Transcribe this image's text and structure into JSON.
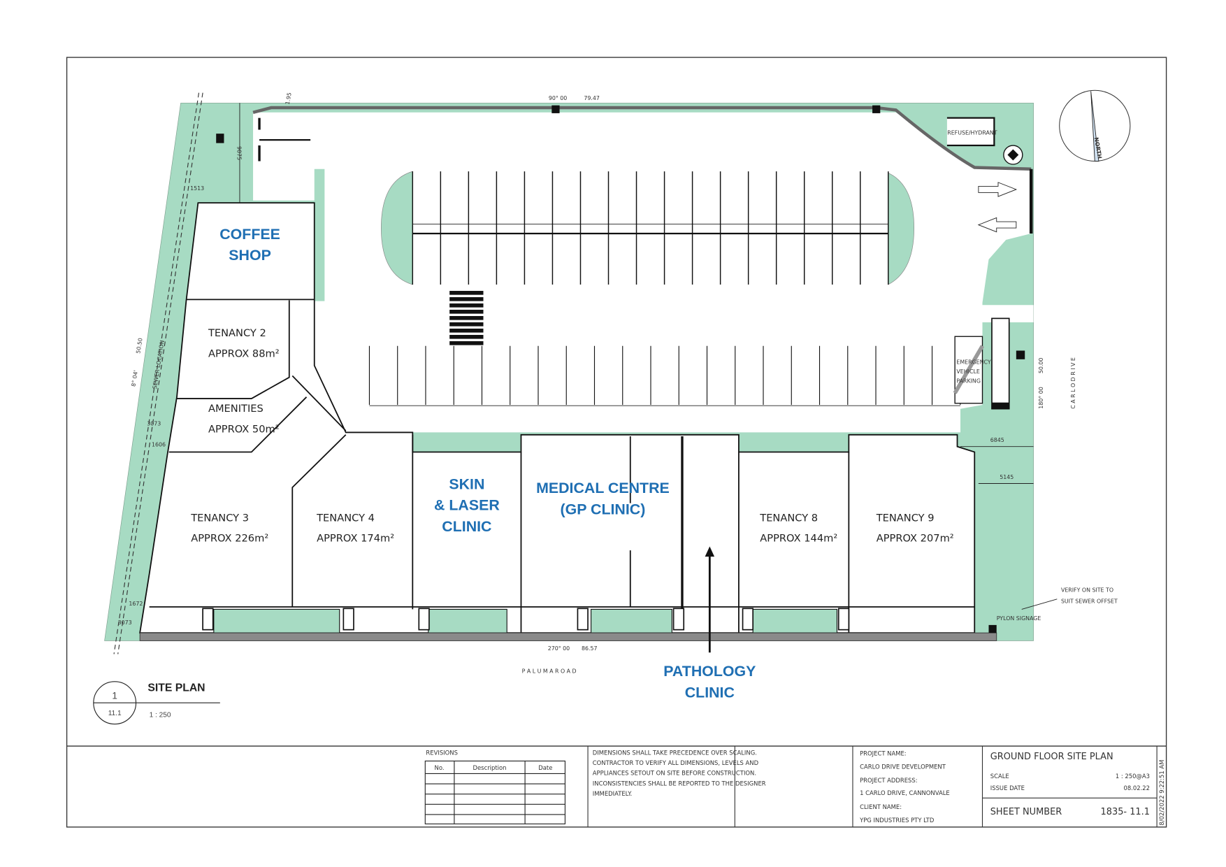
{
  "colors": {
    "landscape": "#a7dbc3",
    "label_blue": "#1f6fb3",
    "road_wall": "#8a8a8a"
  },
  "labels": {
    "coffee_shop": [
      "COFFEE",
      "SHOP"
    ],
    "skin_laser": [
      "SKIN",
      "& LASER",
      "CLINIC"
    ],
    "medical_centre": [
      "MEDICAL CENTRE",
      "(GP CLINIC)"
    ],
    "pathology": [
      "PATHOLOGY",
      "CLINIC"
    ]
  },
  "tenancies": {
    "t2": [
      "TENANCY 2",
      "APPROX 88m²"
    ],
    "amenities": [
      "AMENITIES",
      "APPROX 50m²"
    ],
    "t3": [
      "TENANCY 3",
      "APPROX 226m²"
    ],
    "t4": [
      "TENANCY 4",
      "APPROX 174m²"
    ],
    "t8": [
      "TENANCY 8",
      "APPROX 144m²"
    ],
    "t9": [
      "TENANCY 9",
      "APPROX 207m²"
    ]
  },
  "annotations": {
    "top_bearing": "90° 00",
    "top_distance": "79.47",
    "bottom_bearing": "270° 00",
    "bottom_distance": "86.57",
    "right_bearing": "180° 00",
    "right_distance": "50.00",
    "left_bearing": "8° 04'",
    "left_distance": "50.50",
    "sewer_location": "SEWER LOCATION",
    "dim_9075": "9075",
    "dim_1513": "1513",
    "dim_3073a": "3073",
    "dim_1606": "1606",
    "dim_1672": "1672",
    "dim_3073b": "3073",
    "dim_6845": "6845",
    "dim_5145": "5145",
    "dim_195": "1.95",
    "paluma_road": "P A L U M A   R O A D",
    "carlo_drive": "C A R L O   D R I V E",
    "refuse_hydrant": "REFUSE/HYDRANT",
    "north": "NORTH",
    "emergency": [
      "EMERGENCY",
      "VEHICLE",
      "PARKING"
    ],
    "verify": [
      "VERIFY ON SITE TO",
      "SUIT SEWER OFFSET"
    ],
    "pylon": "PYLON SIGNAGE"
  },
  "site_plan_tag": {
    "number": "1",
    "sheet": "11.1",
    "title": "SITE PLAN",
    "scale": "1 : 250"
  },
  "title_block": {
    "revisions_label": "REVISIONS",
    "revisions_headers": [
      "No.",
      "Description",
      "Date"
    ],
    "notes": [
      "DIMENSIONS SHALL TAKE PRECEDENCE OVER SCALING.",
      "CONTRACTOR TO VERIFY ALL DIMENSIONS, LEVELS AND",
      "APPLIANCES SETOUT ON SITE BEFORE CONSTRUCTION.",
      "INCONSISTENCIES SHALL BE REPORTED TO THE DESIGNER",
      "IMMEDIATELY."
    ],
    "project_name_label": "PROJECT NAME:",
    "project_name": "CARLO DRIVE DEVELOPMENT",
    "project_address_label": "PROJECT ADDRESS:",
    "project_address": "1 CARLO DRIVE, CANNONVALE",
    "client_name_label": "CLIENT NAME:",
    "client_name": "YPG INDUSTRIES PTY LTD",
    "drawing_title": "GROUND FLOOR SITE PLAN",
    "scale_label": "SCALE",
    "scale": "1 : 250@A3",
    "issue_date_label": "ISSUE DATE",
    "issue_date": "08.02.22",
    "sheet_number_label": "SHEET NUMBER",
    "sheet_number": "1835- 11.1",
    "timestamp": "8/02/2022 9:22:51 AM"
  }
}
